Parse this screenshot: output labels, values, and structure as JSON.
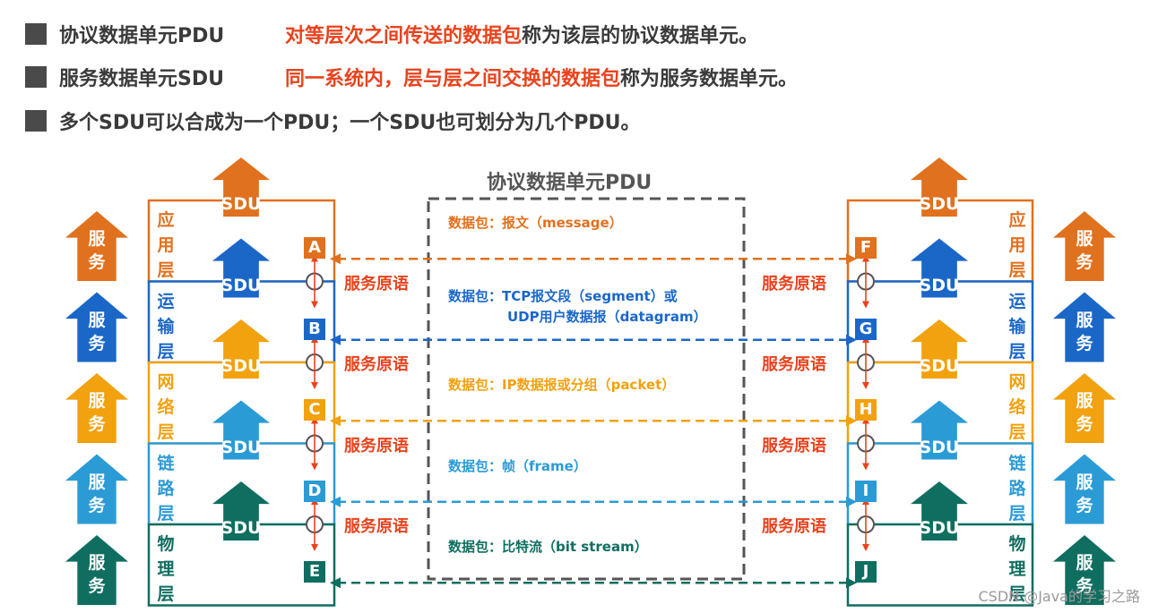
{
  "bullets": [
    {
      "term": "协议数据单元PDU",
      "highlight": "对等层次之间传送的数据包",
      "rest": "称为该层的协议数据单元。"
    },
    {
      "term": "服务数据单元SDU",
      "highlight": "同一系统内，层与层之间交换的数据包",
      "rest": "称为服务数据单元。"
    },
    {
      "term": "多个SDU可以合成为一个PDU；一个SDU也可划分为几个PDU。",
      "highlight": "",
      "rest": ""
    }
  ],
  "diagram": {
    "title": "协议数据单元PDU",
    "sdu_label": "SDU",
    "service_label": "服务",
    "primitive_label": "服务原语",
    "layers": [
      {
        "name": "应用层",
        "color": "#e0711e",
        "left_node": "A",
        "right_node": "F",
        "packet": "数据包：报文（message）",
        "packet2": ""
      },
      {
        "name": "运输层",
        "color": "#1b67c8",
        "left_node": "B",
        "right_node": "G",
        "packet": "数据包：TCP报文段（segment）或",
        "packet2": "UDP用户数据报（datagram）"
      },
      {
        "name": "网络层",
        "color": "#f2a10f",
        "left_node": "C",
        "right_node": "H",
        "packet": "数据包：IP数据报或分组（packet）",
        "packet2": ""
      },
      {
        "name": "链路层",
        "color": "#2b9bd6",
        "left_node": "D",
        "right_node": "I",
        "packet": "数据包：帧（frame）",
        "packet2": ""
      },
      {
        "name": "物理层",
        "color": "#0f6e60",
        "left_node": "E",
        "right_node": "J",
        "packet": "数据包：比特流（bit stream）",
        "packet2": ""
      }
    ]
  },
  "watermark": "CSDN @Java的学习之路"
}
